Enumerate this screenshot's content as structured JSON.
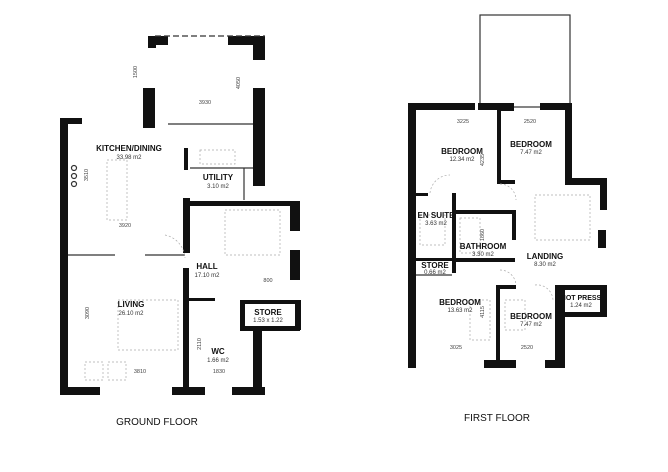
{
  "ground_floor": {
    "caption": "GROUND FLOOR",
    "rooms": [
      {
        "name": "KITCHEN/DINING",
        "area": "33.98 m2"
      },
      {
        "name": "UTILITY",
        "area": "3.10 m2"
      },
      {
        "name": "HALL",
        "area": "17.10 m2"
      },
      {
        "name": "LIVING",
        "area": "26.10 m2"
      },
      {
        "name": "WC",
        "area": "1.66 m2"
      },
      {
        "name": "STORE",
        "area": "1.53 x 1.22"
      }
    ],
    "dimensions": [
      "1500",
      "3930",
      "4050",
      "3510",
      "3920",
      "3090",
      "3810",
      "2110",
      "1830",
      "800"
    ]
  },
  "first_floor": {
    "caption": "FIRST FLOOR",
    "rooms": [
      {
        "name": "BEDROOM",
        "area": "12.34 m2"
      },
      {
        "name": "BEDROOM",
        "area": "7.47 m2"
      },
      {
        "name": "EN SUITE",
        "area": "3.63 m2"
      },
      {
        "name": "BATHROOM",
        "area": "3.30 m2"
      },
      {
        "name": "LANDING",
        "area": "8.30 m2"
      },
      {
        "name": "STORE",
        "area": "0.66 m2"
      },
      {
        "name": "BEDROOM",
        "area": "13.63 m2"
      },
      {
        "name": "BEDROOM",
        "area": "7.47 m2"
      },
      {
        "name": "HOT PRESS",
        "area": "1.24 m2"
      }
    ],
    "dimensions": [
      "3225",
      "2520",
      "4235",
      "1860",
      "4115",
      "3025",
      "2520"
    ]
  }
}
